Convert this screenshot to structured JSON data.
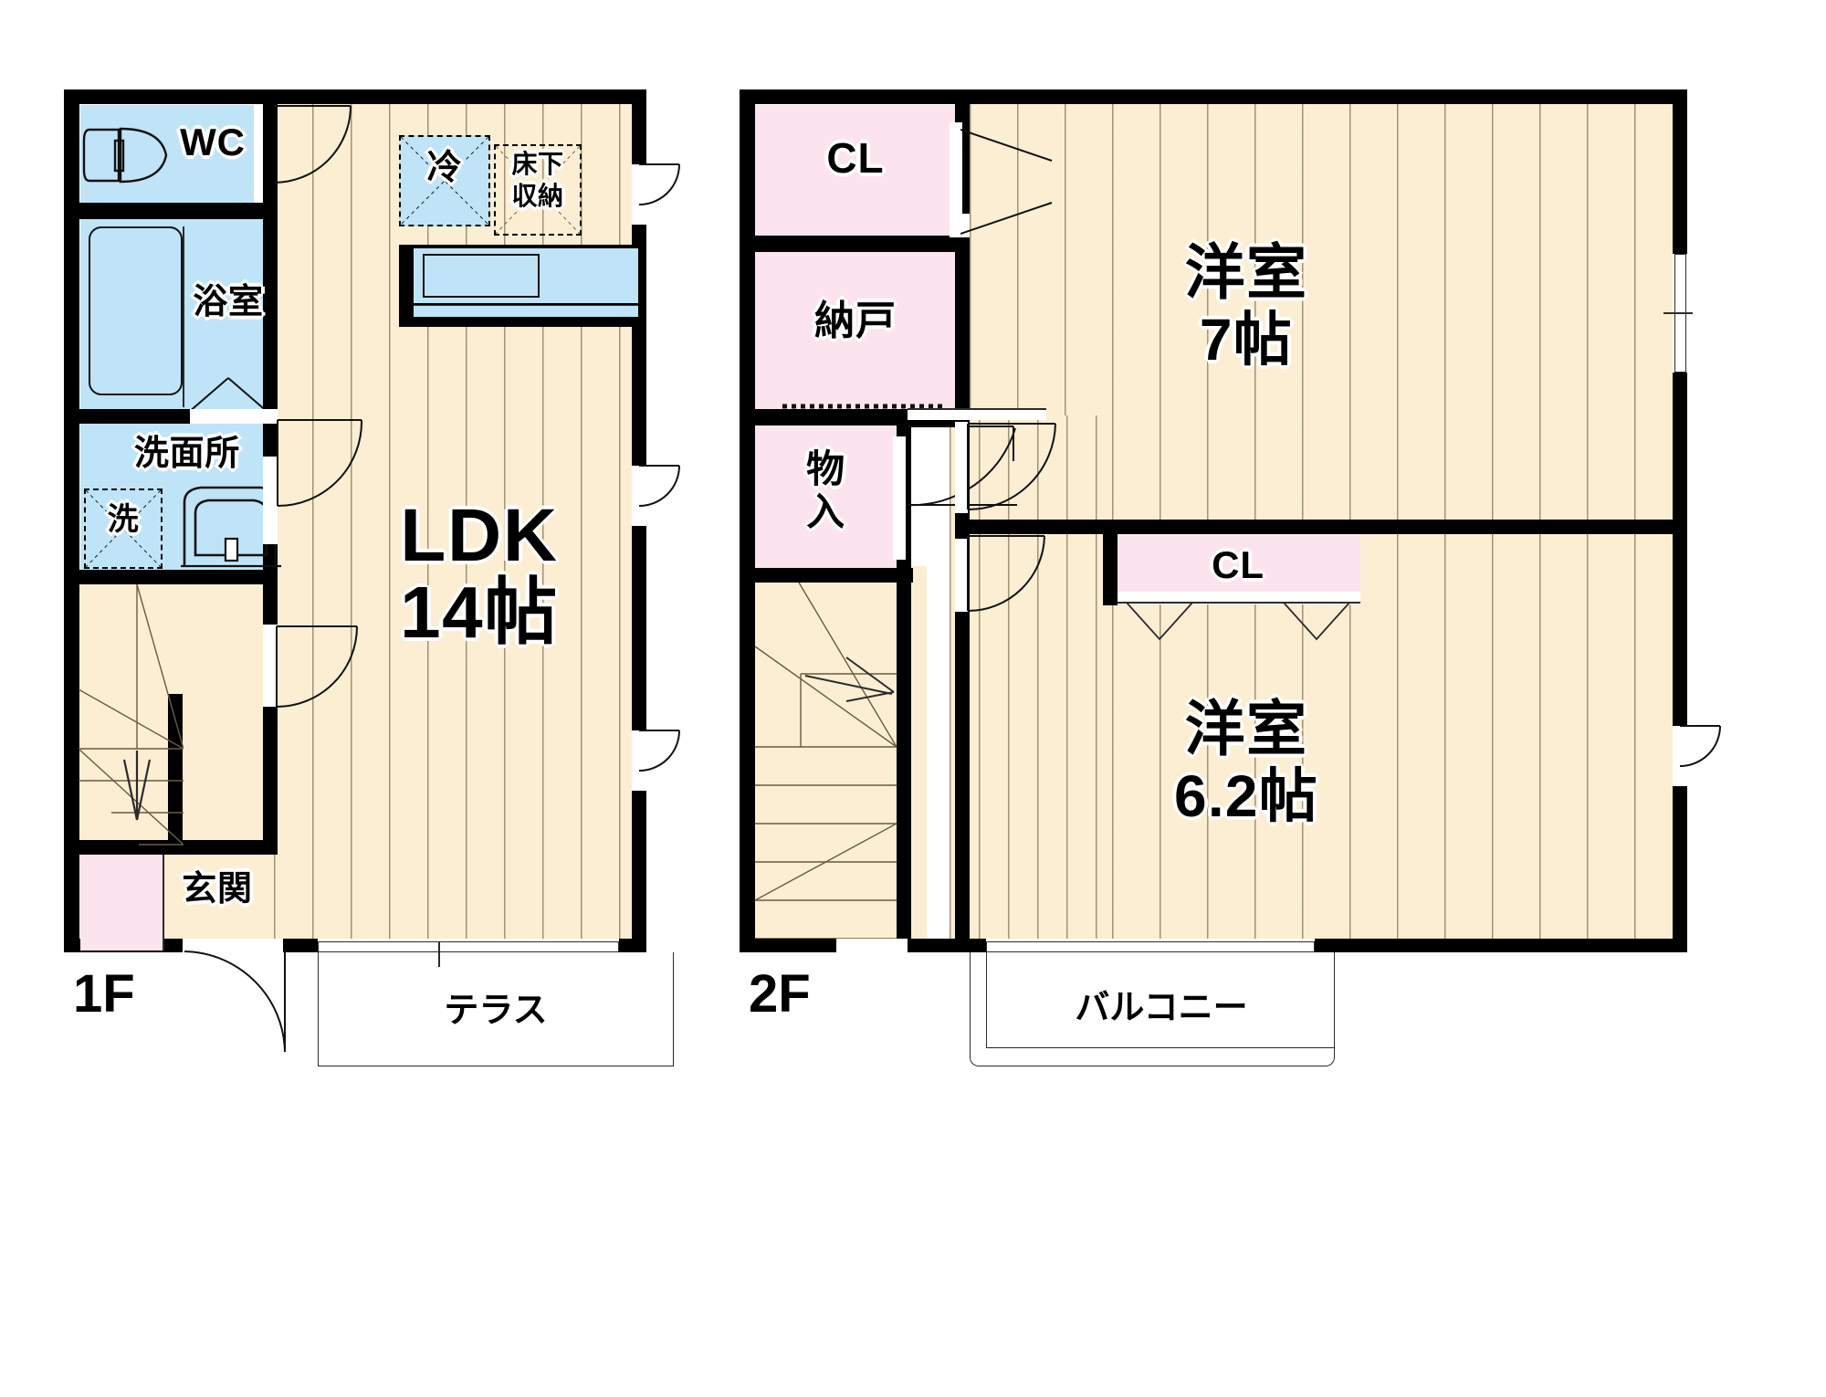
{
  "plan": {
    "floors": [
      {
        "tag": "1F",
        "name": "first-floor"
      },
      {
        "tag": "2F",
        "name": "second-floor"
      }
    ]
  },
  "floor1": {
    "tag": "1F",
    "rooms": [
      {
        "key": "wc",
        "label": "WC",
        "type": "toilet"
      },
      {
        "key": "bath",
        "label": "浴室",
        "type": "bathroom"
      },
      {
        "key": "washroom",
        "label": "洗面所",
        "type": "washroom"
      },
      {
        "key": "ldk",
        "label": "LDK",
        "size": "14帖",
        "type": "living-dining-kitchen"
      },
      {
        "key": "entrance",
        "label": "玄関",
        "type": "entrance"
      }
    ],
    "fixtures": [
      {
        "key": "washer",
        "label": "洗",
        "type": "washing-machine"
      },
      {
        "key": "fridge",
        "label": "冷",
        "type": "refrigerator"
      },
      {
        "key": "underfloor",
        "label": "床下\n収納",
        "type": "under-floor-storage"
      }
    ],
    "exterior": [
      {
        "key": "terrace",
        "label": "テラス",
        "type": "terrace"
      }
    ]
  },
  "floor2": {
    "tag": "2F",
    "rooms": [
      {
        "key": "cl-top",
        "label": "CL",
        "type": "closet"
      },
      {
        "key": "nando",
        "label": "納戸",
        "type": "storage-room"
      },
      {
        "key": "monoire",
        "label": "物\n入",
        "type": "closet-small"
      },
      {
        "key": "washitsu7",
        "label": "洋室",
        "size": "7帖",
        "type": "western-room"
      },
      {
        "key": "cl-mid",
        "label": "CL",
        "type": "closet"
      },
      {
        "key": "washitsu6",
        "label": "洋室",
        "size": "6.2帖",
        "type": "western-room"
      }
    ],
    "exterior": [
      {
        "key": "balcony",
        "label": "バルコニー",
        "type": "balcony"
      }
    ]
  },
  "colors": {
    "wall": "#000000",
    "floor_wood": "#fbeed3",
    "water_area": "#bfe4f8",
    "closet_pink": "#fbe4ee",
    "outline": "#111111",
    "paper": "#ffffff"
  }
}
